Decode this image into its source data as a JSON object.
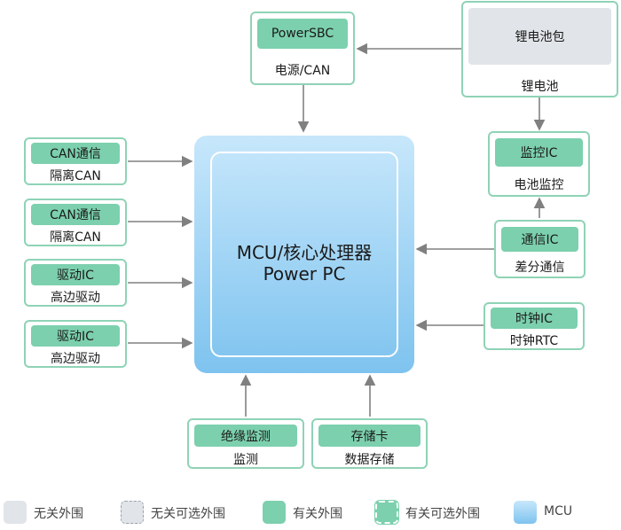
{
  "mcu": {
    "line1": "MCU/核心处理器",
    "line2": "Power PC"
  },
  "power_sbc": {
    "chip": "PowerSBC",
    "sub": "电源/CAN"
  },
  "battery": {
    "chip": "锂电池包",
    "sub": "锂电池"
  },
  "monitor": {
    "chip": "监控IC",
    "sub": "电池监控"
  },
  "comm": {
    "chip": "通信IC",
    "sub": "差分通信"
  },
  "clock": {
    "chip": "时钟IC",
    "sub": "时钟RTC"
  },
  "left_blocks": [
    {
      "chip": "CAN通信",
      "sub": "隔离CAN"
    },
    {
      "chip": "CAN通信",
      "sub": "隔离CAN"
    },
    {
      "chip": "驱动IC",
      "sub": "高边驱动"
    },
    {
      "chip": "驱动IC",
      "sub": "高边驱动"
    }
  ],
  "bottom_blocks": [
    {
      "chip": "绝缘监测",
      "sub": "监测"
    },
    {
      "chip": "存储卡",
      "sub": "数据存储"
    }
  ],
  "legend": [
    {
      "label": "无关外围"
    },
    {
      "label": "无关可选外围"
    },
    {
      "label": "有关外围"
    },
    {
      "label": "有关可选外围"
    },
    {
      "label": "MCU"
    }
  ],
  "colors": {
    "related": "#7cd0ae",
    "border": "#8fd3b6",
    "mcu": "#7ec3ef",
    "unrelated": "#e1e4e8",
    "arrow": "#808080"
  }
}
